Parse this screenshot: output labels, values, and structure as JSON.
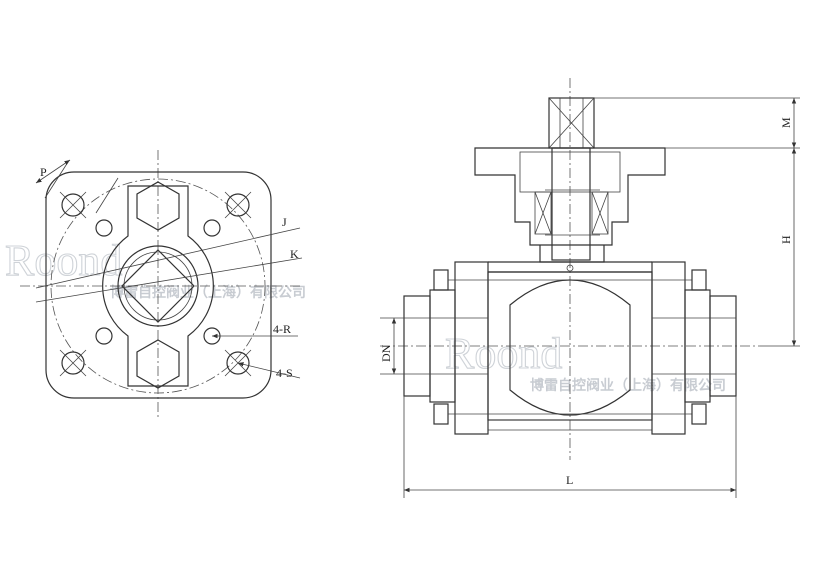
{
  "labels": {
    "p": "P",
    "j": "J",
    "k": "K",
    "r": "4-R",
    "s": "4-S",
    "m": "M",
    "h": "H",
    "dn": "DN",
    "l": "L"
  },
  "watermark": {
    "brand": "Roond",
    "company": "博雷自控阀业（上海）有限公司"
  },
  "colors": {
    "line": "#333333",
    "watermark": "#cfd3d8"
  }
}
